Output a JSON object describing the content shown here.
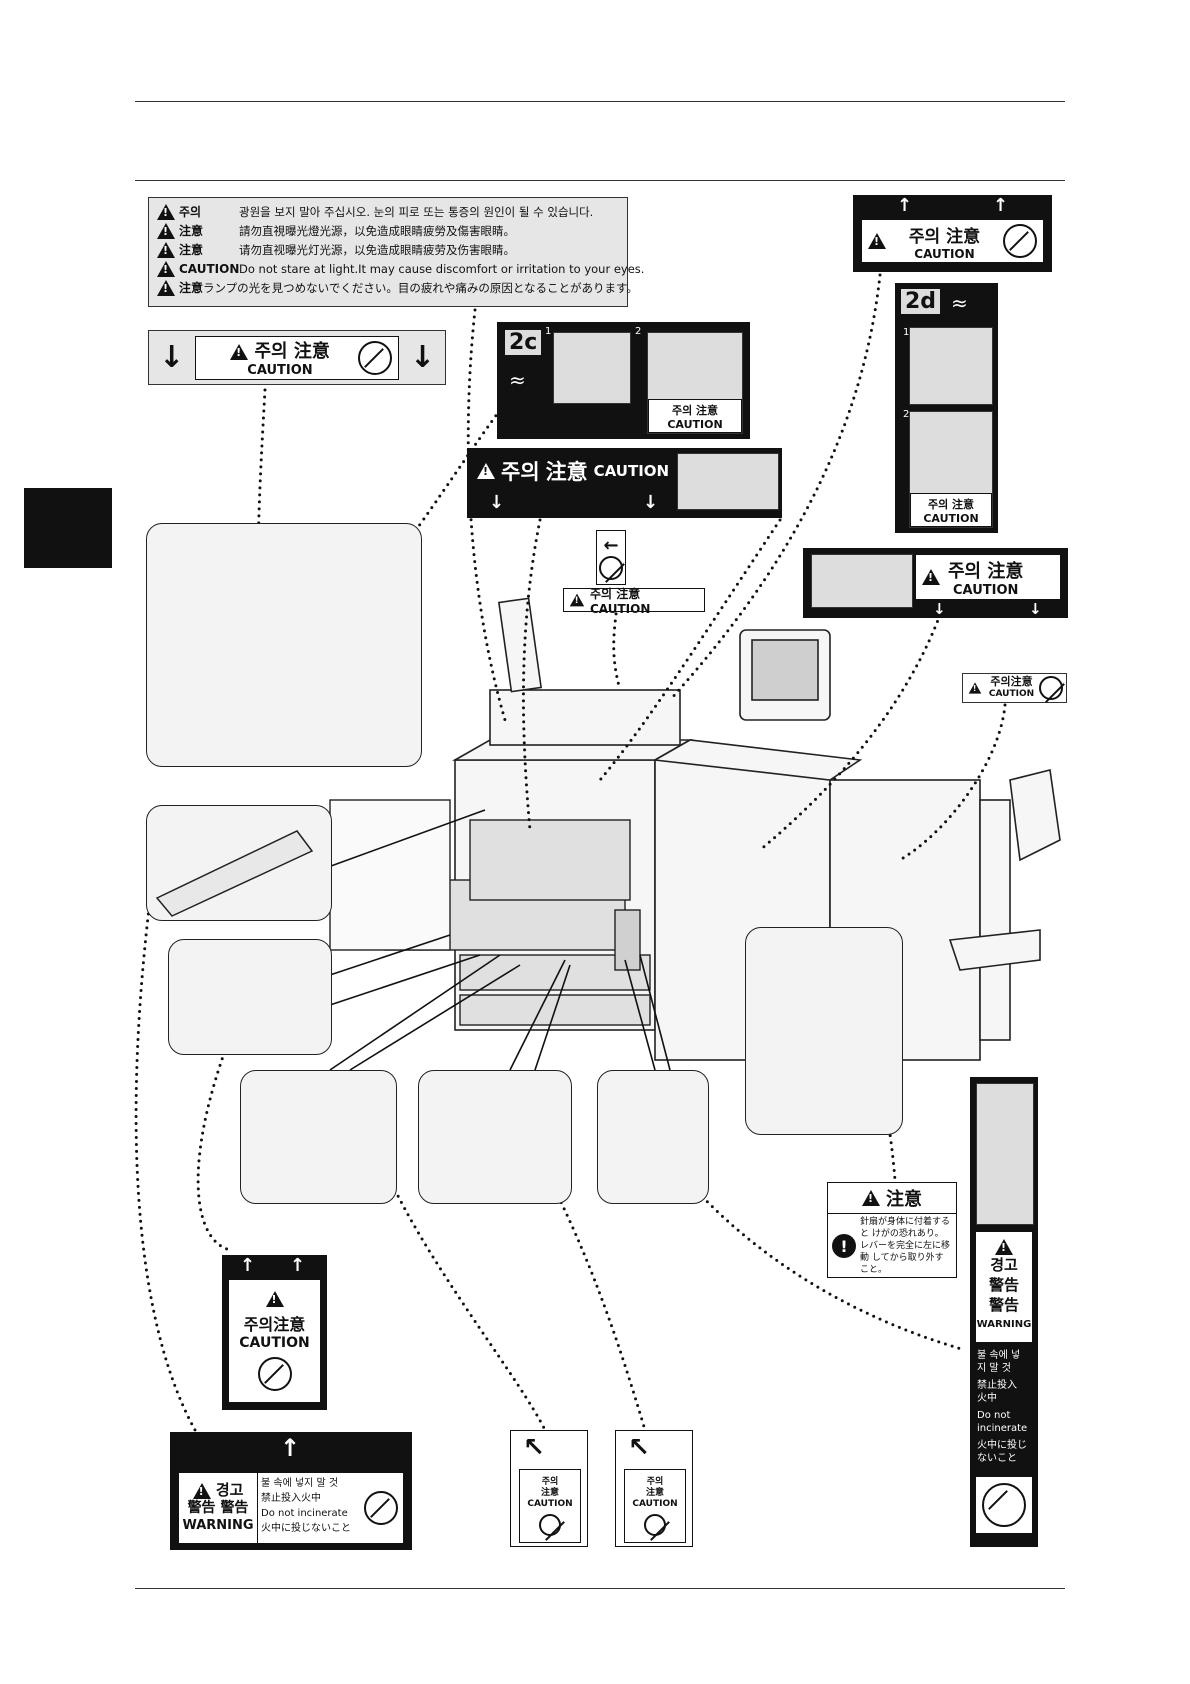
{
  "lamp_label": {
    "rows": [
      {
        "head": "주의",
        "text": "광원을 보지 말아 주십시오. 눈의 피로 또는 통증의 원인이 될 수 있습니다."
      },
      {
        "head": "注意",
        "text": "請勿直視曝光燈光源，以免造成眼睛疲勞及傷害眼睛。"
      },
      {
        "head": "注意",
        "text": "请勿直视曝光灯光源，以免造成眼睛疲劳及伤害眼睛。"
      },
      {
        "head": "CAUTION",
        "text": "Do not stare at light.It may cause discomfort or irritation to your eyes."
      },
      {
        "head": "注意",
        "text": "ランプの光を見つめないでください。目の疲れや痛みの原因となることがあります。"
      }
    ]
  },
  "common": {
    "ko_caution": "주의",
    "cjk_caution": "注意",
    "en_caution": "CAUTION",
    "ko_warning": "경고",
    "tw_warning": "警告",
    "cn_warning": "警告",
    "en_warning": "WARNING",
    "ko_warn_warning": "경고",
    "arrow_down": "↓",
    "arrow_up": "↑",
    "arrow_left": "←",
    "arrow_upleft": "↖"
  },
  "label_2c": {
    "code": "2c",
    "step1": "1",
    "step2": "2"
  },
  "label_2d": {
    "code": "2d",
    "step1": "1",
    "step2": "2"
  },
  "small_caution": {
    "text": "주의 注意 CAUTION"
  },
  "jp_notice": {
    "title": "注意",
    "body": "針扇が身体に付着すると けがの恐れあり。 レバーを完全に左に移動 してから取り外すこと。"
  },
  "incinerate_bottom": {
    "ko": "불 속에 넣지 말 것",
    "cn": "禁止投入火中",
    "en": "Do not incinerate",
    "jp": "火中に投じないこと"
  },
  "incinerate_right": {
    "ko_1": "불 속에 넣",
    "ko_2": "지 말 것",
    "cn_1": "禁止投入",
    "cn_2": "火中",
    "en_1": "Do not",
    "en_2": "incinerate",
    "jp_1": "火中に投じ",
    "jp_2": "ないこと"
  },
  "mini_caution": {
    "ko": "주의",
    "cjk": "注意",
    "en": "CAUTION"
  }
}
